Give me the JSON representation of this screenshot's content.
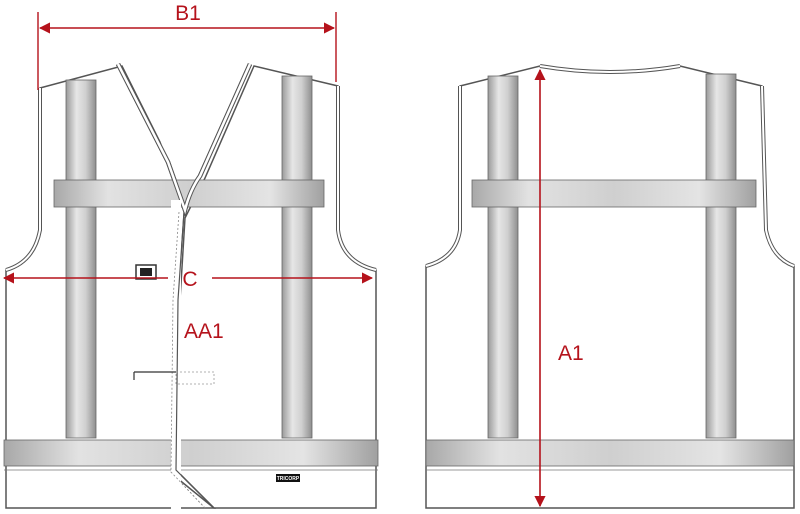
{
  "labels": {
    "b1": "B1",
    "c": "C",
    "aa1": "AA1",
    "a1": "A1",
    "brand": "TRICORP"
  },
  "colors": {
    "dimension": "#b5121b",
    "outline": "#555555",
    "reflective": "#c4c4c4"
  }
}
